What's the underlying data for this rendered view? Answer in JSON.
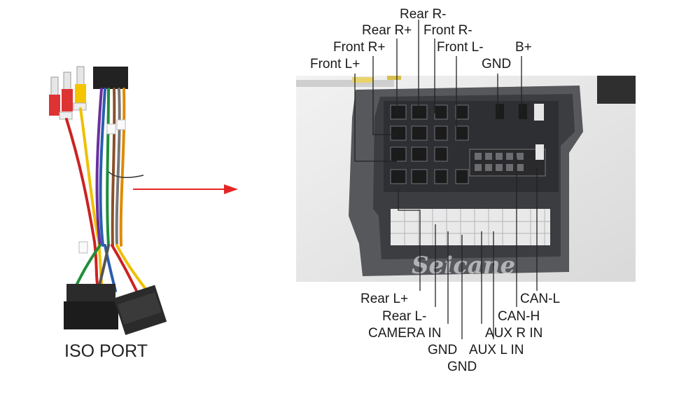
{
  "title_iso": "ISO PORT",
  "watermark": "Seicane",
  "colors": {
    "arrow": "#e52525",
    "leader": "#222222",
    "connector_dark": "#3b3d40",
    "connector_shell": "#56585b",
    "pin_block": "#e9e9ea"
  },
  "top_labels": {
    "rear_r_minus": "Rear R-",
    "rear_r_plus": "Rear R+",
    "front_r_minus": "Front R-",
    "front_r_plus": "Front R+",
    "front_l_minus": "Front L-",
    "b_plus": "B+",
    "front_l_plus": "Front L+",
    "gnd": "GND"
  },
  "bottom_labels": {
    "rear_l_plus": "Rear L+",
    "can_l": "CAN-L",
    "rear_l_minus": "Rear L-",
    "can_h": "CAN-H",
    "camera_in": "CAMERA IN",
    "aux_r_in": "AUX R IN",
    "gnd_1": "GND",
    "aux_l_in": "AUX L IN",
    "gnd_2": "GND"
  }
}
